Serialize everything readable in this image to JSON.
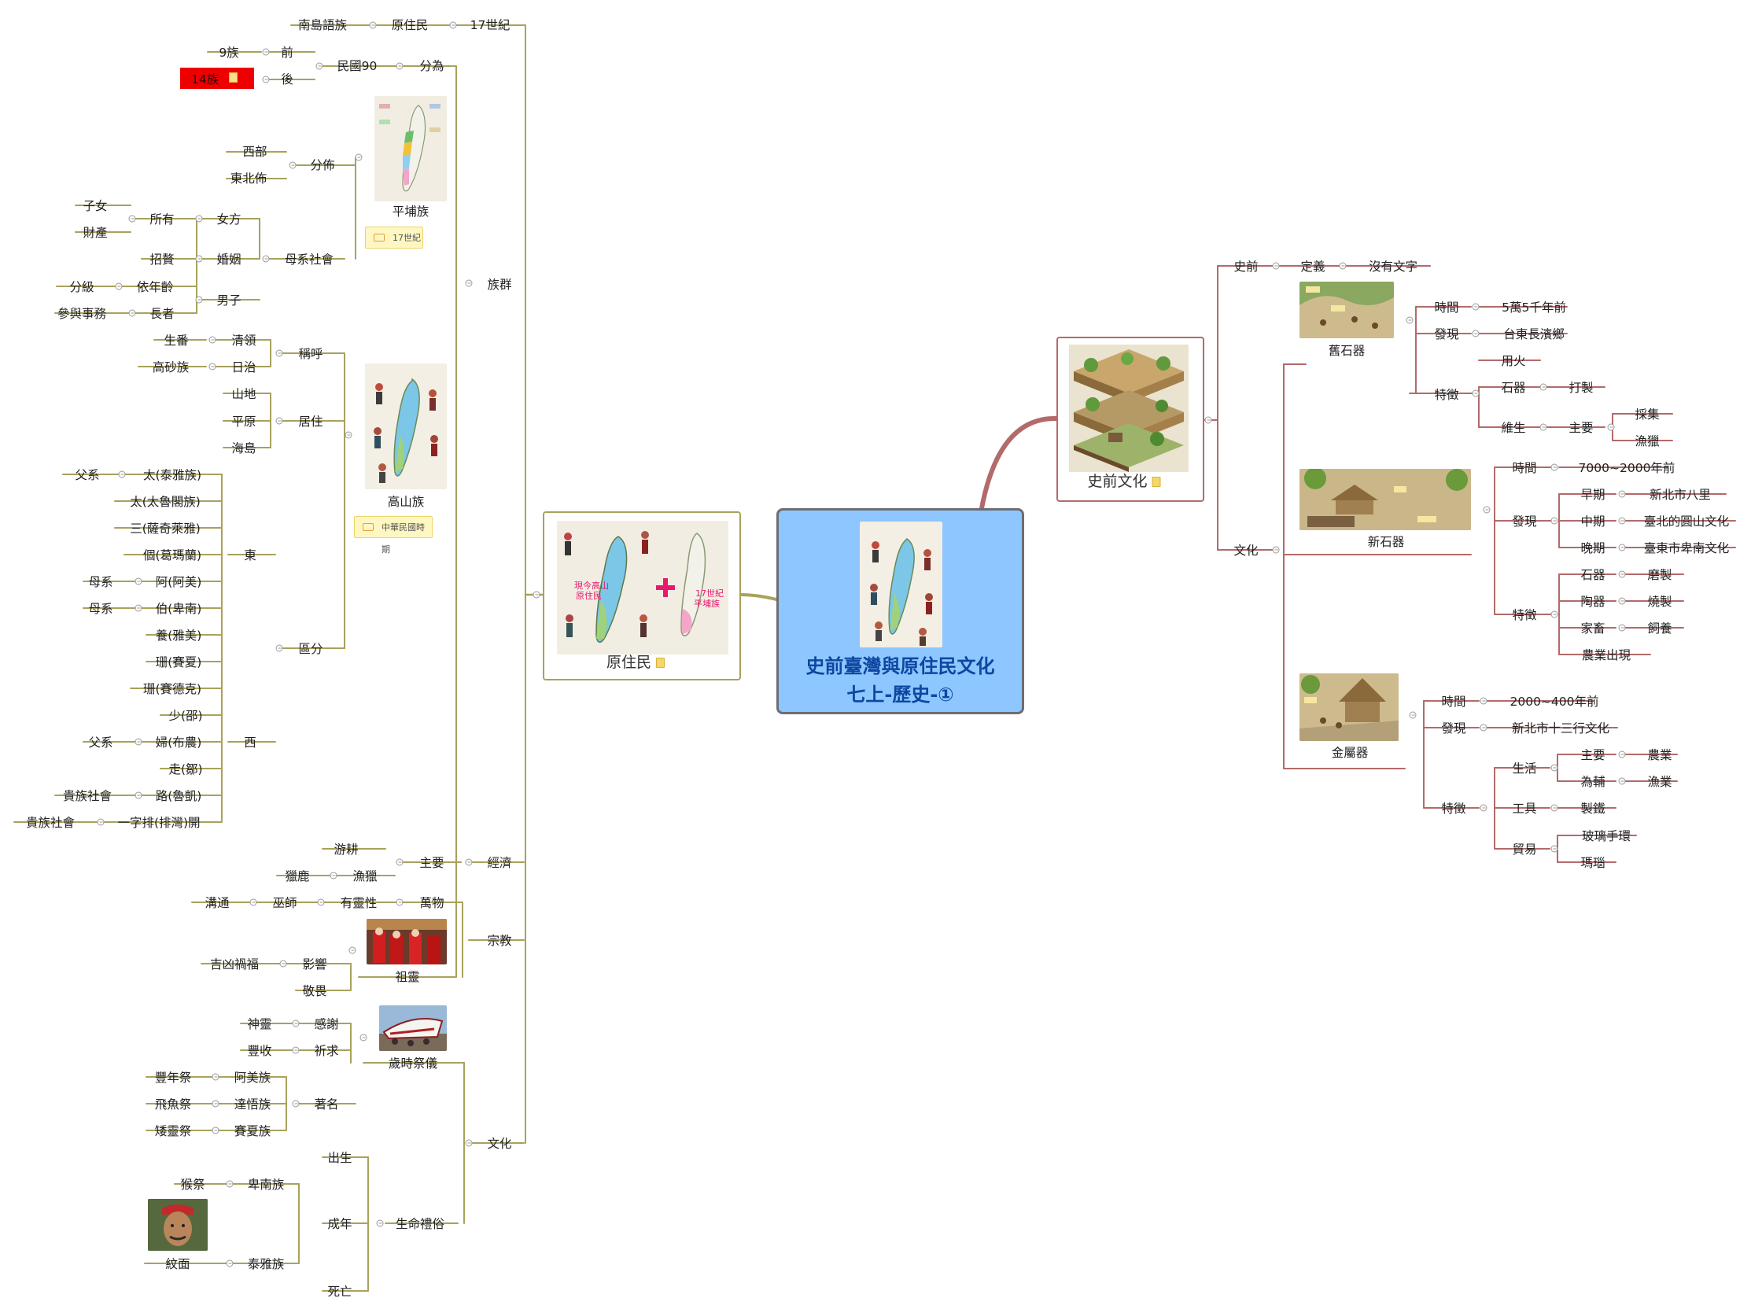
{
  "central": {
    "line1": "史前臺灣與原住民文化",
    "line2": "七上-歷史-①"
  },
  "hubs": {
    "aborigine": "原住民",
    "prehistory": "史前文化"
  },
  "tags": {
    "pingpu": "17世紀",
    "gaoshan": "中華民國時期"
  },
  "colors": {
    "olive": "#a8a25c",
    "red": "#b36a6a",
    "central_fill": "#8ec6ff",
    "central_text": "#0d47a1",
    "mark": "#ee0000"
  },
  "left": {
    "austronesian": "南島語族",
    "aborigine": "原住民",
    "c17": "17世紀",
    "nine_tribes": "9族",
    "before": "前",
    "fourteen_tribes": "14族",
    "after": "後",
    "roc90": "民國90",
    "divided": "分為",
    "west": "西部",
    "northeast": "東北佈",
    "distribution": "分佈",
    "pingpu": "平埔族",
    "children_women": "子女",
    "property": "財產",
    "all": "所有",
    "female": "女方",
    "uxorilocal": "招贅",
    "marriage": "婚姻",
    "matrilineal": "母系社會",
    "grades": "分級",
    "by_age": "依年齡",
    "male": "男子",
    "affairs": "參與事務",
    "elder": "長者",
    "shengfan": "生番",
    "qing": "清領",
    "takasago": "高砂族",
    "japan": "日治",
    "appellation": "稱呼",
    "mountain": "山地",
    "plain": "平原",
    "island": "海島",
    "residence": "居住",
    "ethnic_groups": "族群",
    "gaoshan": "高山族",
    "patrilineal1": "父系",
    "tai": "太(泰雅族)",
    "tai2": "太(太魯閣族)",
    "san": "三(薩奇萊雅)",
    "ge": "個(葛瑪蘭)",
    "matri1": "母系",
    "a": "阿(阿美)",
    "matri2": "母系",
    "bo": "伯(卑南)",
    "yang": "養(雅美)",
    "east": "東",
    "region": "區分",
    "sai1": "珊(賽夏)",
    "sai2": "珊(賽德克)",
    "shao": "少(邵)",
    "patrilineal2": "父系",
    "fu": "婦(布農)",
    "zou": "走(鄒)",
    "aristocrat1": "貴族社會",
    "lu": "路(魯凱)",
    "aristocrat2": "貴族社會",
    "pai": "一字排(排灣)開",
    "west2": "西",
    "farming": "游耕",
    "hunting_deer": "獵鹿",
    "fishing_hunting": "漁獵",
    "main": "主要",
    "economy": "經濟",
    "communicate": "溝通",
    "shaman": "巫師",
    "animism": "有靈性",
    "all_things": "萬物",
    "fortune": "吉凶禍福",
    "influence": "影響",
    "ancestor": "祖靈",
    "religion": "宗教",
    "awe": "敬畏",
    "deity": "神靈",
    "thanks": "感謝",
    "harvest": "豐收",
    "pray": "祈求",
    "festival": "歲時祭儀",
    "harvest_fest": "豐年祭",
    "amis": "阿美族",
    "flying_fish": "飛魚祭",
    "tao": "達悟族",
    "pastaai": "矮靈祭",
    "saisiyat": "賽夏族",
    "famous": "著名",
    "culture": "文化",
    "birth": "出生",
    "monkey": "猴祭",
    "puyuma": "卑南族",
    "adulthood": "成年",
    "life_rites": "生命禮俗",
    "tattoo": "紋面",
    "atayal": "泰雅族",
    "death": "死亡"
  },
  "right": {
    "prehistory": "史前",
    "definition": "定義",
    "no_writing": "沒有文字",
    "paleolithic": "舊石器",
    "p_time": "時間",
    "p_time_v": "5萬5千年前",
    "p_found": "發現",
    "p_found_v": "台東長濱鄉",
    "fire": "用火",
    "p_stone": "石器",
    "chipped": "打製",
    "p_feature": "特徵",
    "gather": "採集",
    "livelihood": "維生",
    "p_main": "主要",
    "p_fishhunt": "漁獵",
    "neolithic": "新石器",
    "n_time": "時間",
    "n_time_v": "7000~2000年前",
    "early": "早期",
    "early_v": "新北市八里",
    "n_found": "發現",
    "mid": "中期",
    "mid_v": "臺北的圓山文化",
    "late": "晚期",
    "late_v": "臺東市卑南文化",
    "n_stone": "石器",
    "polished": "磨製",
    "pottery": "陶器",
    "fired": "燒製",
    "n_feature": "特徵",
    "livestock": "家畜",
    "raise": "飼養",
    "agri": "農業出現",
    "culture": "文化",
    "metal": "金屬器",
    "m_time": "時間",
    "m_time_v": "2000~400年前",
    "m_found": "發現",
    "m_found_v": "新北市十三行文化",
    "m_main": "主要",
    "farming": "農業",
    "life": "生活",
    "aux": "為輔",
    "m_fishhunt": "漁業",
    "m_feature": "特徵",
    "tool": "工具",
    "iron": "製鐵",
    "glass": "玻璃手環",
    "trade": "貿易",
    "agate": "瑪瑙"
  }
}
